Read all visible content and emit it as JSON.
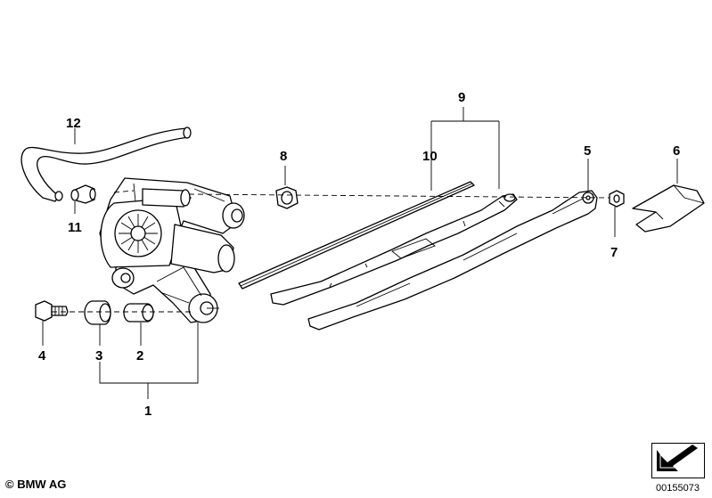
{
  "callouts": {
    "c1": "1",
    "c2": "2",
    "c3": "3",
    "c4": "4",
    "c5": "5",
    "c6": "6",
    "c7": "7",
    "c8": "8",
    "c9": "9",
    "c10": "10",
    "c11": "11",
    "c12": "12"
  },
  "footer": {
    "copyright_symbol": "©",
    "brand": "BMW AG",
    "diagram_number": "00155073"
  },
  "icons": {
    "direction_arrow": "arrow-icon"
  }
}
